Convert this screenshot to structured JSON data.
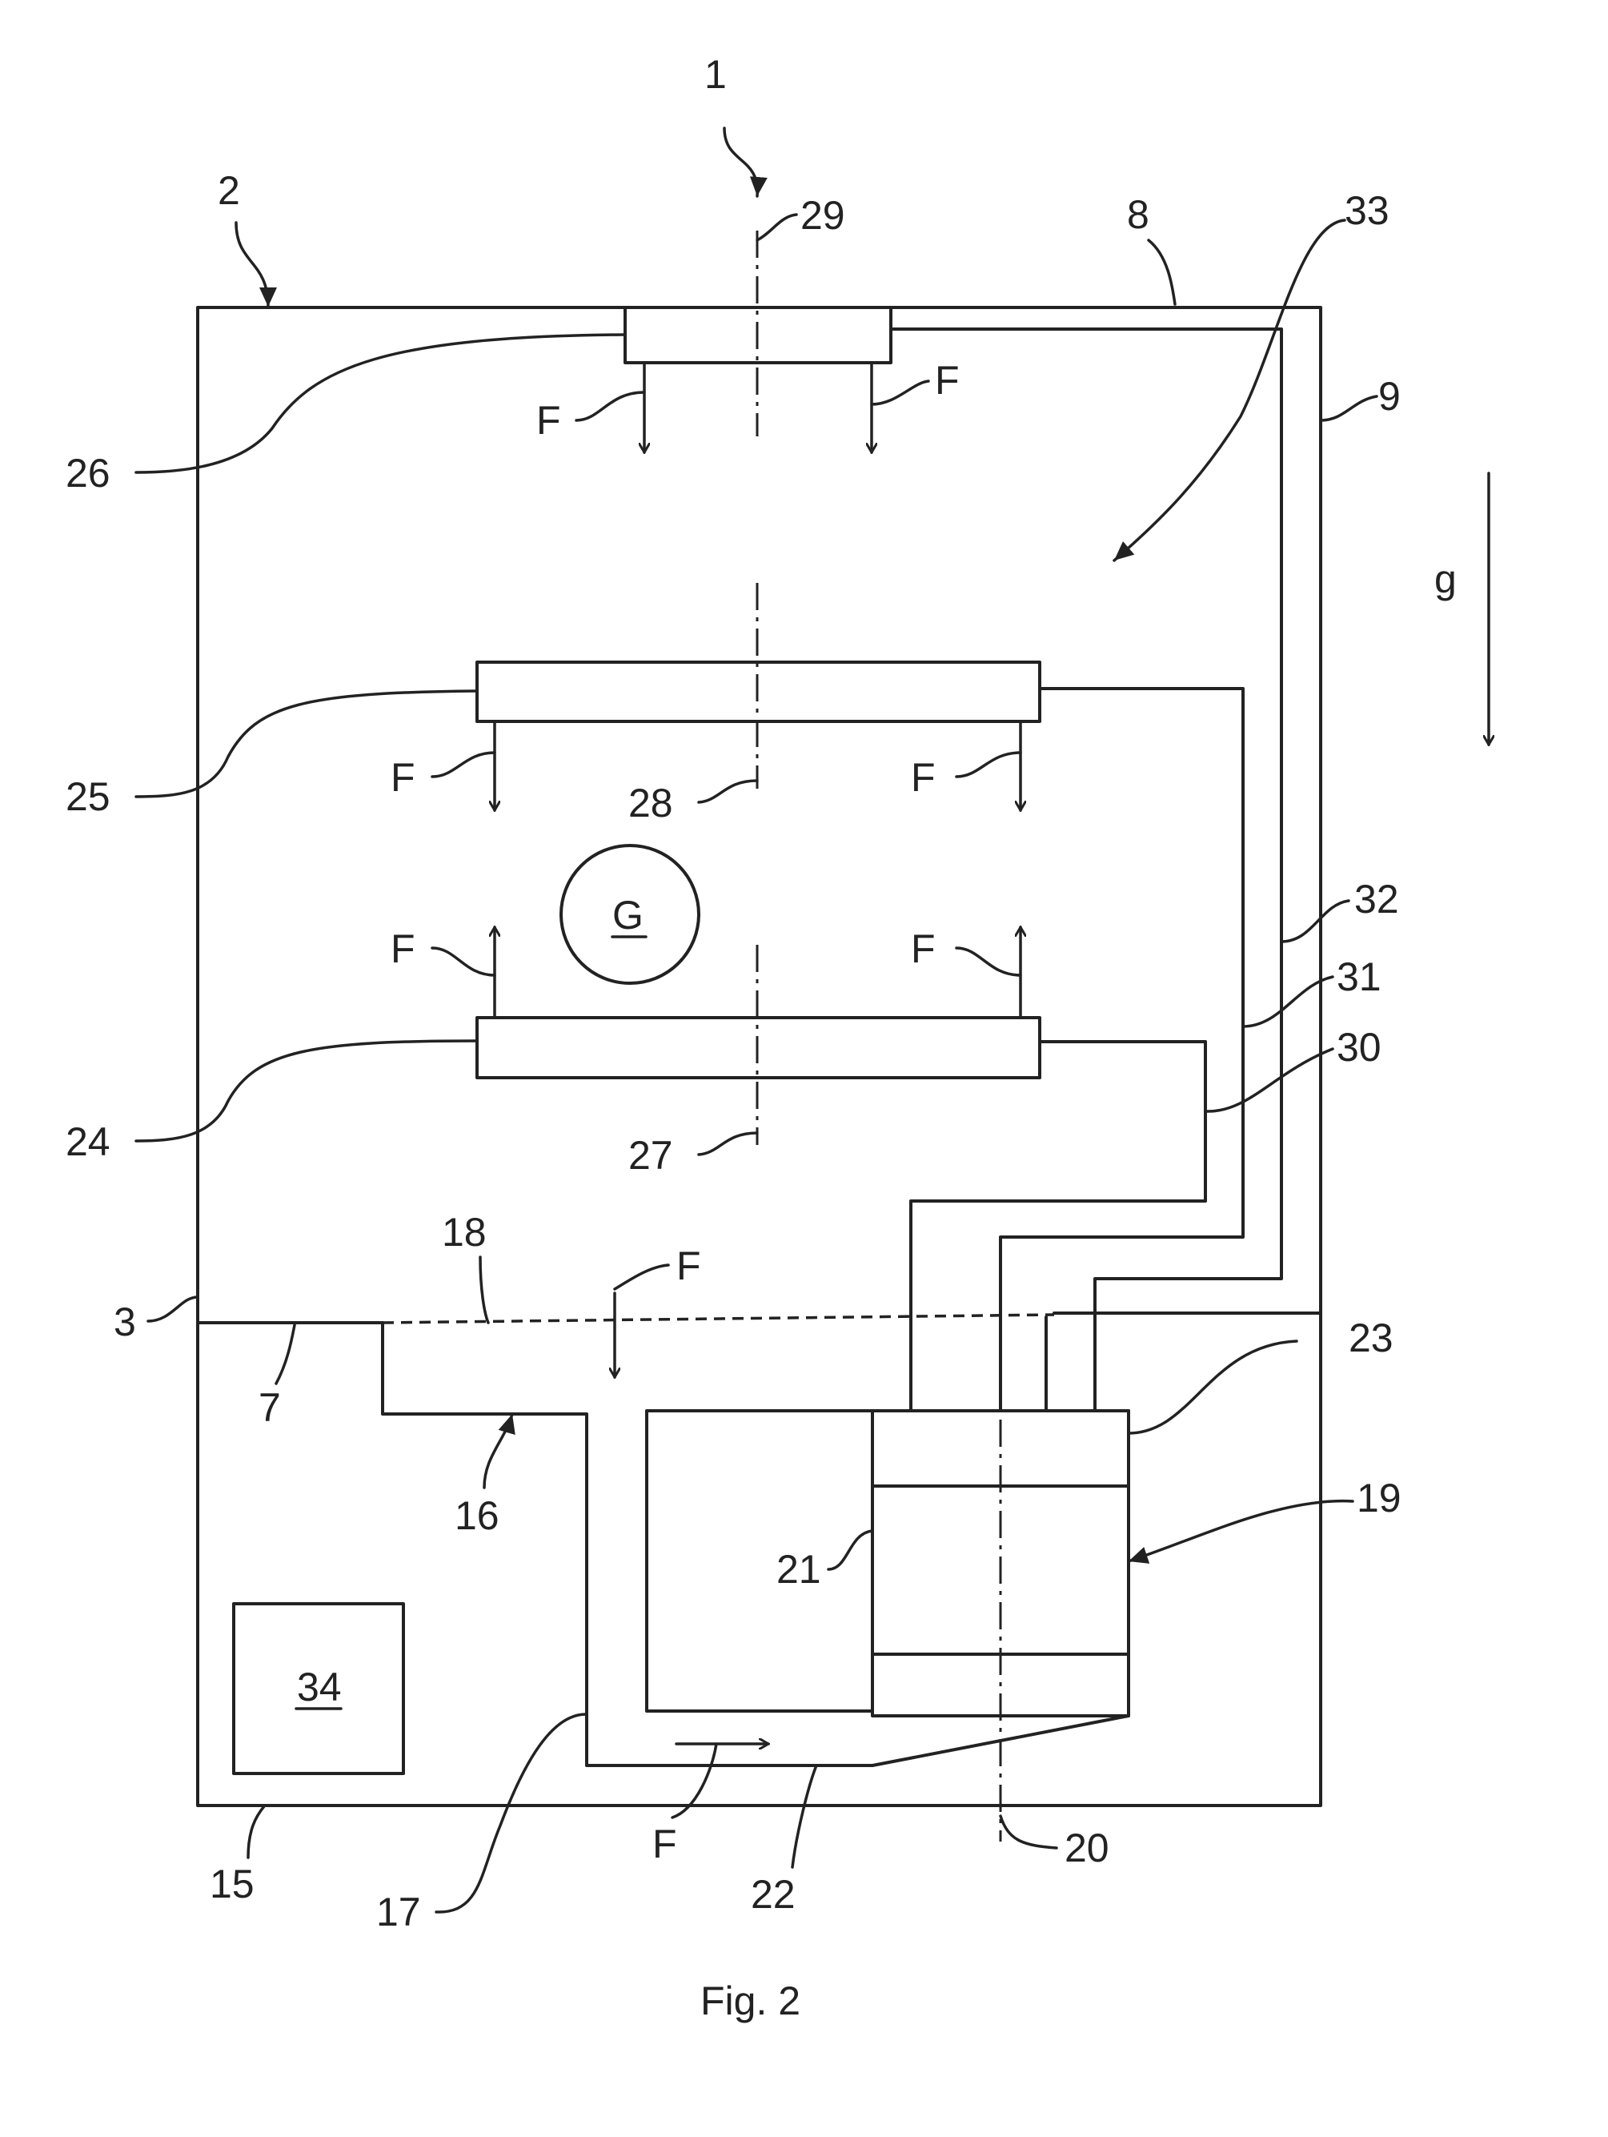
{
  "figure": {
    "caption": "Fig. 2",
    "labels": {
      "l1": "1",
      "l2": "2",
      "l3": "3",
      "l7": "7",
      "l8": "8",
      "l9": "9",
      "l15": "15",
      "l16": "16",
      "l17": "17",
      "l18": "18",
      "l19": "19",
      "l20": "20",
      "l21": "21",
      "l22": "22",
      "l23": "23",
      "l24": "24",
      "l25": "25",
      "l26": "26",
      "l27": "27",
      "l28": "28",
      "l29": "29",
      "l30": "30",
      "l31": "31",
      "l32": "32",
      "l33": "33",
      "l34": "34"
    },
    "flow_symbol": "F",
    "gravity_symbol": "g",
    "center_of_gravity_symbol": "G"
  }
}
